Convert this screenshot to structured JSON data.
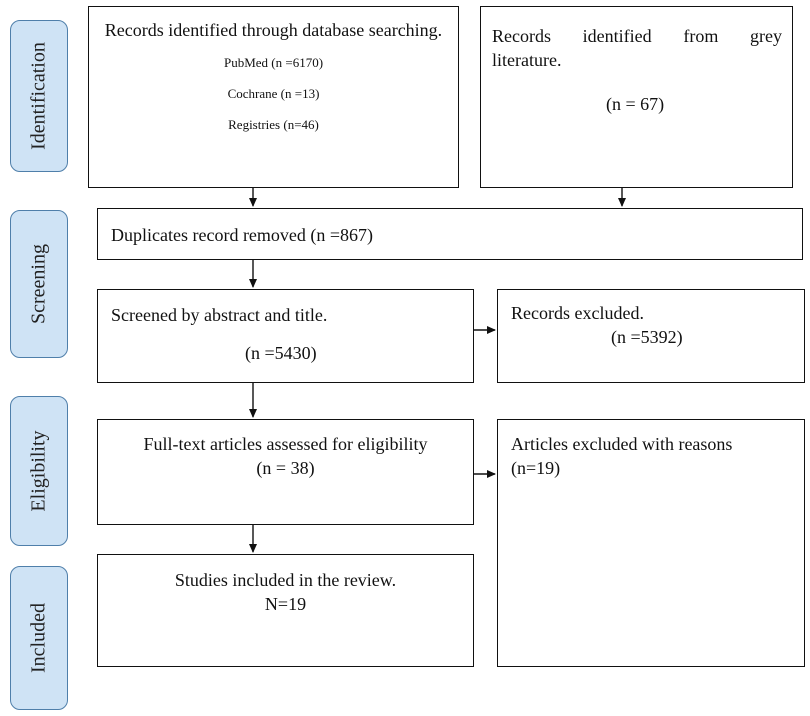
{
  "phases": {
    "identification": "Identification",
    "screening": "Screening",
    "eligibility": "Eligibility",
    "included": "Included"
  },
  "database_search": {
    "title": "Records identified through database searching.",
    "pubmed": "PubMed (n =6170)",
    "cochrane": "Cochrane (n =13)",
    "registries": "Registries (n=46)"
  },
  "grey_literature": {
    "line1": "Records identified from grey",
    "line2": "literature.",
    "count": "(n = 67)"
  },
  "duplicates": {
    "text": "Duplicates record removed (n =867)"
  },
  "screened": {
    "title": "Screened by abstract and title.",
    "count": "(n =5430)"
  },
  "records_excluded": {
    "title": "Records excluded.",
    "count": "(n =5392)"
  },
  "full_text": {
    "title": "Full-text articles assessed for eligibility",
    "count": "(n = 38)"
  },
  "articles_excluded": {
    "title": "Articles excluded with reasons",
    "count": "(n=19)"
  },
  "included_studies": {
    "title": "Studies included in the review.",
    "count": "N=19"
  },
  "colors": {
    "phase_fill": "#cfe3f5",
    "phase_border": "#4f7faa"
  }
}
